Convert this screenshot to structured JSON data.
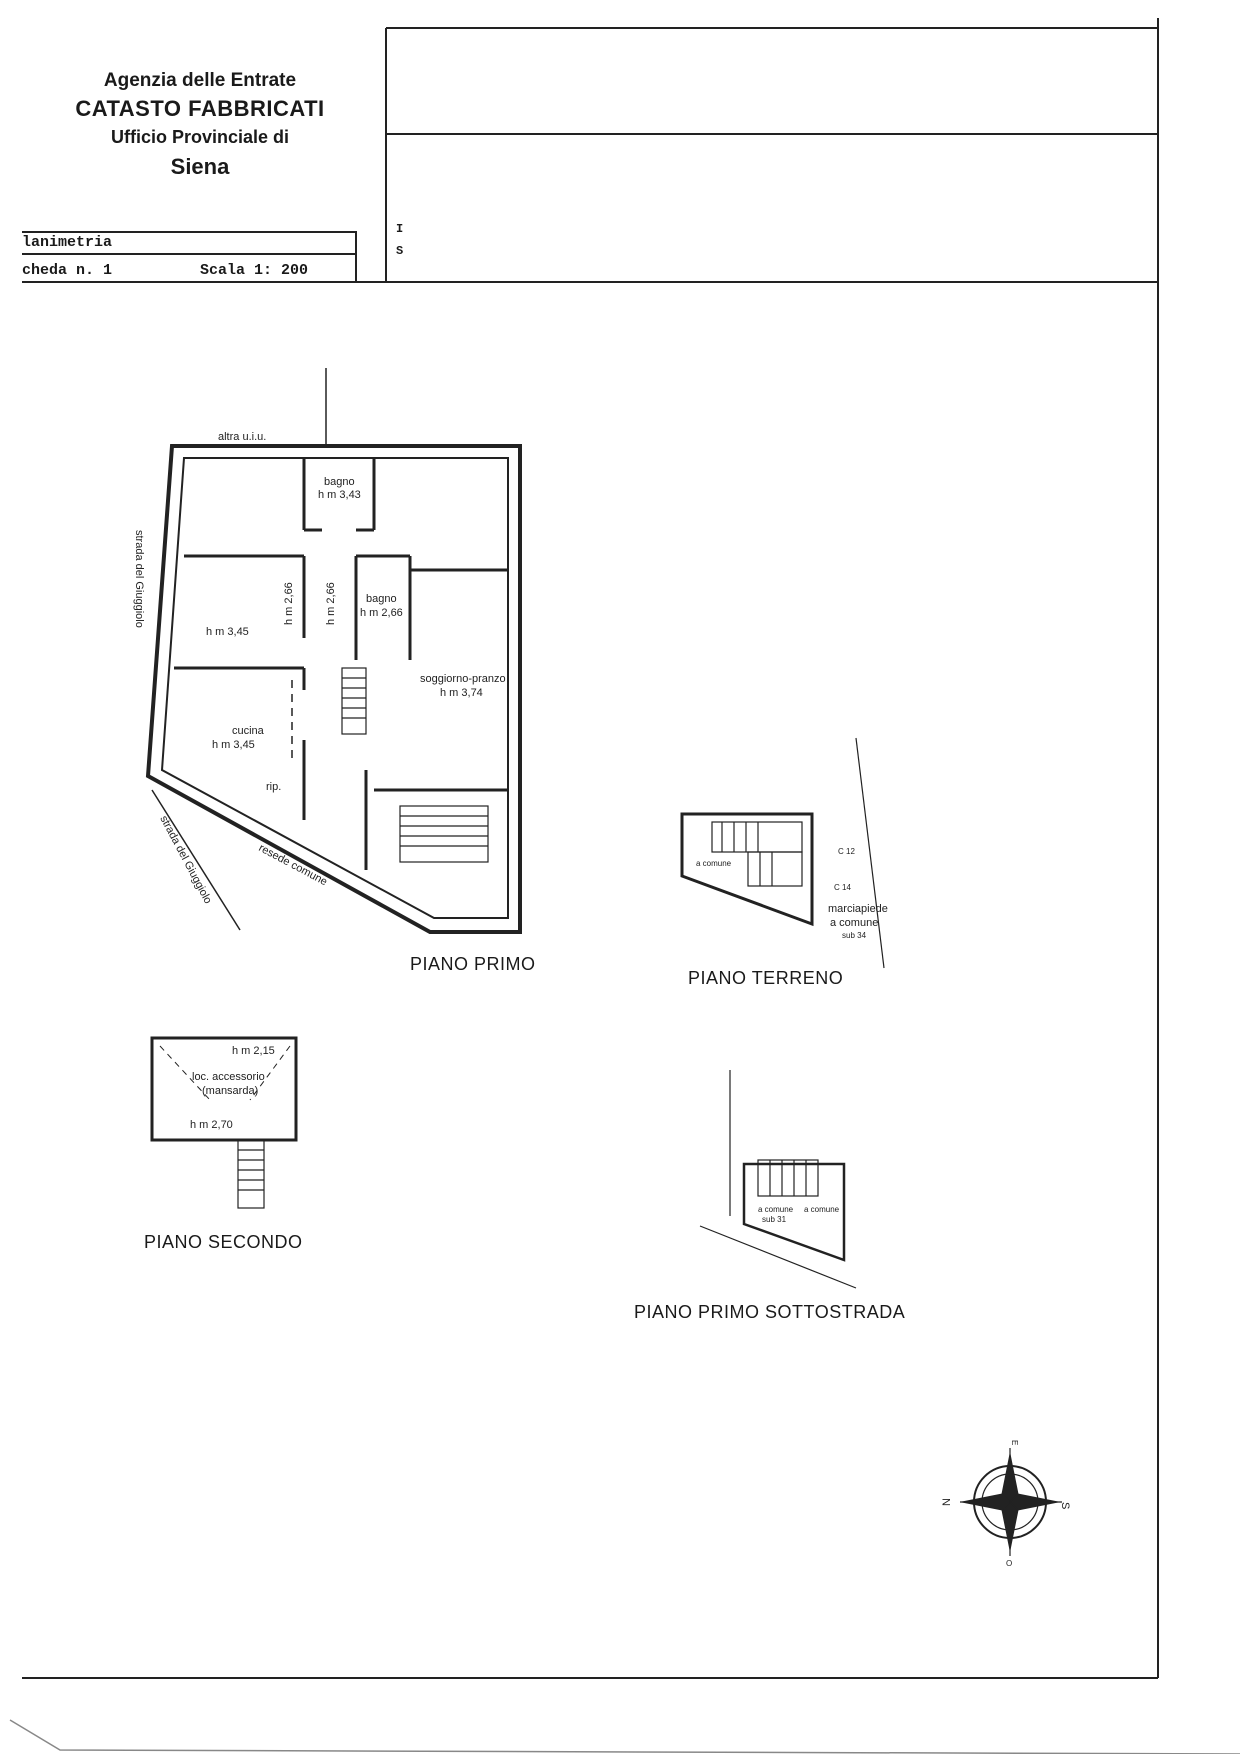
{
  "header": {
    "agency": "Agenzia delle Entrate",
    "registry": "CATASTO FABBRICATI",
    "office": "Ufficio Provinciale di",
    "city": "Siena",
    "doc_type": "lanimetria",
    "sheet": "cheda n. 1",
    "scale": "Scala 1: 200",
    "right_marks": [
      "I",
      "S"
    ]
  },
  "piano_primo": {
    "label": "PIANO PRIMO",
    "top_note": "altra u.i.u.",
    "street_left": "strada del Giuggiolo",
    "street_bottom": "strada del Giuggiolo",
    "common_yard": "resede comune",
    "rooms": [
      {
        "name": "bagno",
        "height": "h m 3,43"
      },
      {
        "name": "",
        "height": "h m 2,66"
      },
      {
        "name": "",
        "height": "h m 2,66"
      },
      {
        "name": "bagno",
        "height": "h m 2,66"
      },
      {
        "name": "",
        "height": "h m 3,45"
      },
      {
        "name": "soggiorno-pranzo",
        "height": "h m 3,74"
      },
      {
        "name": "cucina",
        "height": "h m 3,45"
      },
      {
        "name": "rip.",
        "height": ""
      }
    ]
  },
  "piano_terreno": {
    "label": "PIANO TERRENO",
    "notes": [
      "a comune",
      "C 12",
      "C 14",
      "marciapiede",
      "a comune",
      "sub 34"
    ]
  },
  "piano_secondo": {
    "label": "PIANO SECONDO",
    "room_name": "loc. accessorio",
    "room_note": "(mansarda)",
    "heights": [
      "h m 2,15",
      "h m 2,70"
    ]
  },
  "piano_primo_sottostrada": {
    "label": "PIANO PRIMO SOTTOSTRADA",
    "notes": [
      "a comune",
      "sub 31",
      "a comune"
    ]
  },
  "compass": {
    "north": "N",
    "south": "S",
    "east": "E",
    "west": "O"
  }
}
